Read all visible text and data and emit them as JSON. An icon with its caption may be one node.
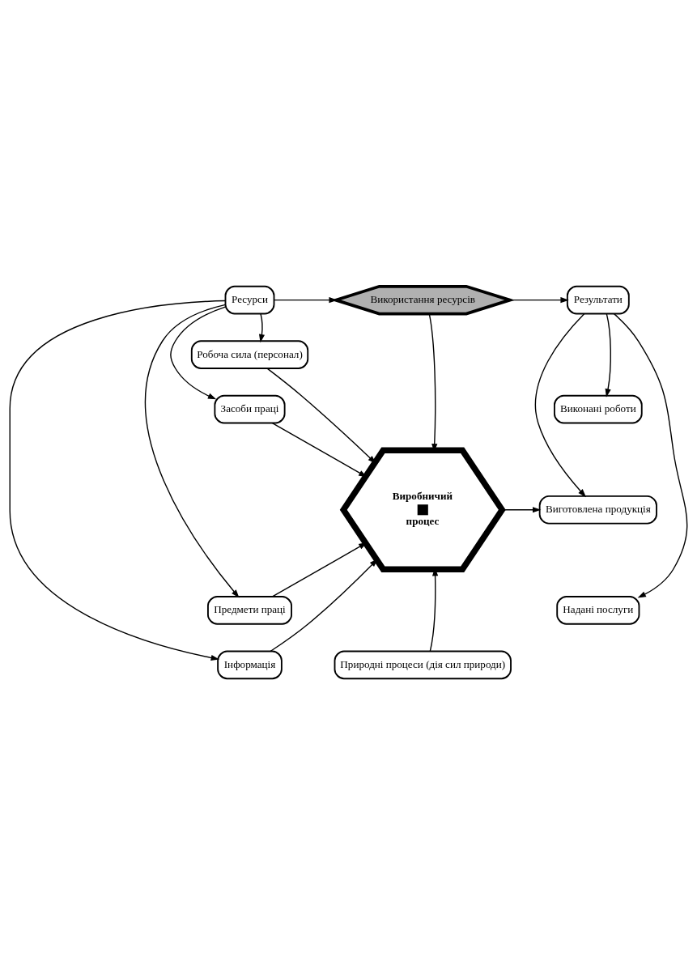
{
  "diagram": {
    "nodes": [
      {
        "text": [
          "Ресурси"
        ]
      },
      {
        "text": [
          "Використання ресурсів"
        ]
      },
      {
        "text": [
          "Результати"
        ]
      },
      {
        "text": [
          "Робоча сила (персонал)"
        ]
      },
      {
        "text": [
          "Засоби праці"
        ]
      },
      {
        "text": [
          "Предмети праці"
        ]
      },
      {
        "text": [
          "Інформація"
        ]
      },
      {
        "text": [
          "Виробничий",
          "процес"
        ]
      },
      {
        "text": [
          "Природні процеси (дія сил природи)"
        ]
      },
      {
        "text": [
          "Виконані роботи"
        ]
      },
      {
        "text": [
          "Виготовлена продукція"
        ]
      },
      {
        "text": [
          "Надані послуги"
        ]
      }
    ],
    "edges": [
      {
        "from": 0,
        "to": 1,
        "arrow": "to"
      },
      {
        "from": 1,
        "to": 2,
        "arrow": "to"
      },
      {
        "from": 0,
        "to": 3,
        "arrow": "to"
      },
      {
        "from": 0,
        "to": 4,
        "arrow": "to"
      },
      {
        "from": 0,
        "to": 5,
        "arrow": "to"
      },
      {
        "from": 0,
        "to": 6,
        "arrow": "to"
      },
      {
        "from": 1,
        "to": 7,
        "arrow": "to"
      },
      {
        "from": 3,
        "to": 7,
        "arrow": "to"
      },
      {
        "from": 4,
        "to": 7,
        "arrow": "to"
      },
      {
        "from": 5,
        "to": 7,
        "arrow": "to"
      },
      {
        "from": 6,
        "to": 7,
        "arrow": "to"
      },
      {
        "from": 8,
        "to": 7,
        "arrow": "to"
      },
      {
        "from": 7,
        "to": 10,
        "arrow": "to"
      },
      {
        "from": 2,
        "to": 9,
        "arrow": "to"
      },
      {
        "from": 2,
        "to": 10,
        "arrow": "to"
      },
      {
        "from": 2,
        "to": 11,
        "arrow": "to"
      }
    ]
  }
}
